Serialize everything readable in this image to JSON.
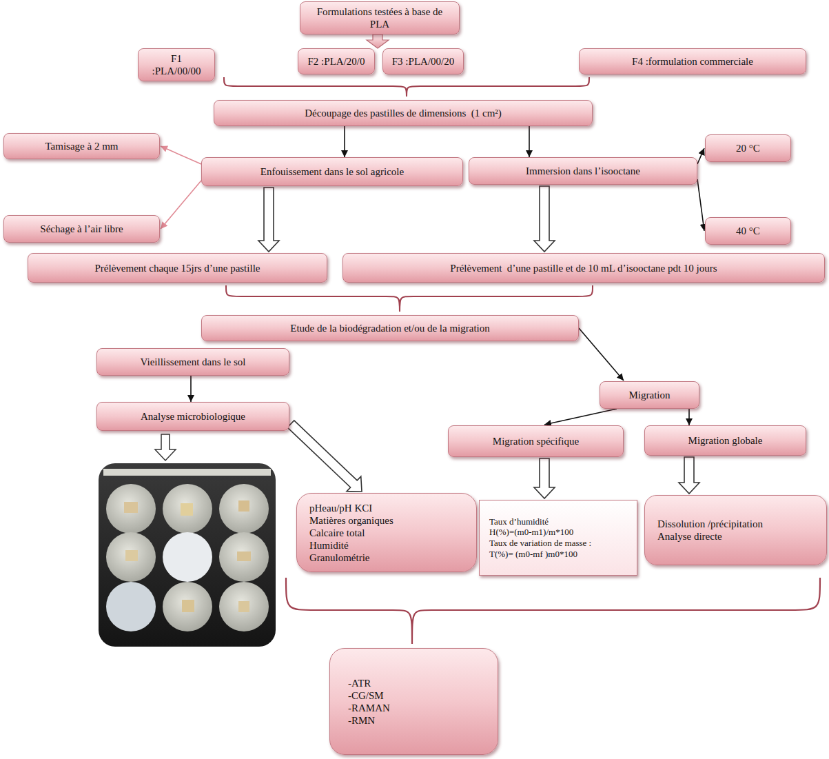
{
  "diagram": {
    "nodes": [
      {
        "text": [
          "Formulations testées à base de PLA"
        ]
      },
      {
        "text": [
          "F1 :PLA/00/00"
        ]
      },
      {
        "text": [
          "F2 :PLA/20/0"
        ]
      },
      {
        "text": [
          "F3 :PLA/00/20"
        ]
      },
      {
        "text": [
          "F4 :formulation commerciale"
        ]
      },
      {
        "text": [
          "Découpage des pastilles de dimensions  (1 cm²)"
        ]
      },
      {
        "text": [
          "Tamisage à 2 mm"
        ]
      },
      {
        "text": [
          "Enfouissement dans le sol agricole"
        ]
      },
      {
        "text": [
          "Immersion dans l’isooctane"
        ]
      },
      {
        "text": [
          "20 °C"
        ]
      },
      {
        "text": [
          "Séchage à l’air libre"
        ]
      },
      {
        "text": [
          "40 °C"
        ]
      },
      {
        "text": [
          "Prélèvement chaque 15jrs d’une pastille"
        ]
      },
      {
        "text": [
          "Prélèvement  d’une pastille et de 10 mL d’isooctane pdt 10 jours"
        ]
      },
      {
        "text": [
          "Etude de la biodégradation et/ou de la migration"
        ]
      },
      {
        "text": [
          "Vieillissement dans le sol"
        ]
      },
      {
        "text": [
          "Migration"
        ]
      },
      {
        "text": [
          "Analyse microbiologique"
        ]
      },
      {
        "text": [
          "Migration spécifique"
        ]
      },
      {
        "text": [
          "Migration globale"
        ]
      },
      {
        "text": [
          "pHeau/pH KCI",
          "Matières organiques",
          "Calcaire total",
          "Humidité",
          "Granulométrie"
        ]
      },
      {
        "text": [
          "Taux d’humidité",
          "H(%)=(m0-m1)/m*100",
          "Taux de variation de masse :",
          "T(%)= (m0-mf )m0*100"
        ]
      },
      {
        "text": [
          "Dissolution /précipitation",
          "Analyse directe"
        ]
      },
      {
        "text": [
          "-ATR",
          "-CG/SM",
          "-RAMAN",
          "-RMN"
        ]
      }
    ],
    "edges": [
      {
        "from": 5,
        "to": 7,
        "arrow": "to"
      },
      {
        "from": 5,
        "to": 8,
        "arrow": "to"
      },
      {
        "from": 7,
        "to": 6,
        "arrow": "to"
      },
      {
        "from": 7,
        "to": 10,
        "arrow": "to"
      },
      {
        "from": 8,
        "to": 9,
        "arrow": "to"
      },
      {
        "from": 8,
        "to": 11,
        "arrow": "to"
      },
      {
        "from": 7,
        "to": 12,
        "arrow": "to"
      },
      {
        "from": 8,
        "to": 13,
        "arrow": "to"
      },
      {
        "from": 14,
        "to": 16,
        "arrow": "to"
      },
      {
        "from": 15,
        "to": 17,
        "arrow": "to"
      },
      {
        "from": 17,
        "to": 20,
        "arrow": "to"
      },
      {
        "from": 16,
        "to": 18,
        "arrow": "to"
      },
      {
        "from": 16,
        "to": 19,
        "arrow": "to"
      },
      {
        "from": 18,
        "to": 21,
        "arrow": "to"
      },
      {
        "from": 19,
        "to": 22,
        "arrow": "to"
      }
    ]
  }
}
